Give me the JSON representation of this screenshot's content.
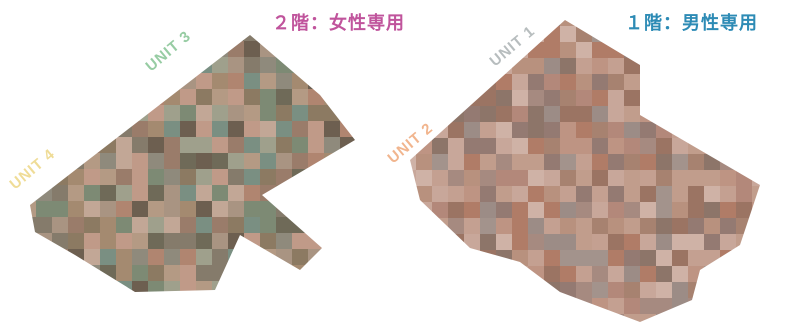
{
  "floors": {
    "second": {
      "title": "２階：女性専用",
      "color": "#c0549c"
    },
    "first": {
      "title": "１階：男性専用",
      "color": "#2d8bb5"
    }
  },
  "units": {
    "unit3": {
      "label": "UNIT 3",
      "color": "#8cc79a"
    },
    "unit4": {
      "label": "UNIT 4",
      "color": "#eed98c"
    },
    "unit1": {
      "label": "UNIT 1",
      "color": "#b0b6b8"
    },
    "unit2": {
      "label": "UNIT 2",
      "color": "#f0ad82"
    }
  },
  "images": {
    "second_floor_plan": {
      "description": "pixelated photo mosaic of second floor units"
    },
    "first_floor_plan": {
      "description": "pixelated photo mosaic of first floor units"
    }
  }
}
